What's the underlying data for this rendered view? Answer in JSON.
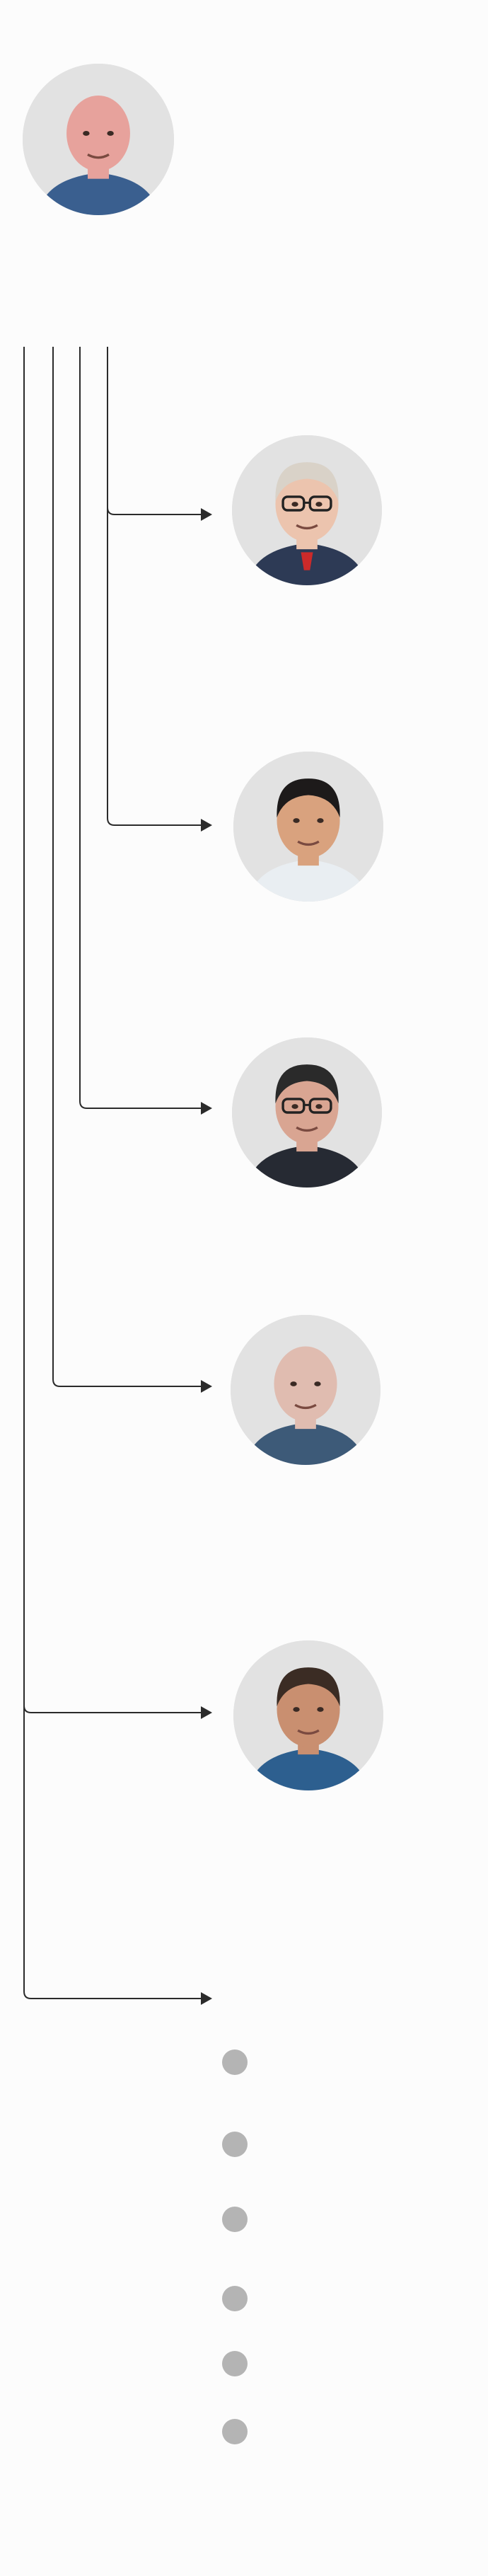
{
  "diagram": {
    "root": {
      "name": "root-person",
      "icon": "person-photo",
      "skin": "#e7a29c",
      "hair": "none",
      "shirt": "#3a5f8f"
    },
    "children": [
      {
        "name": "child-person-1",
        "icon": "person-photo",
        "skin": "#ecc4ae",
        "hair": "#d9d2c8",
        "shirt": "#2d3a55",
        "glasses": true,
        "tie": "#cc2a2a"
      },
      {
        "name": "child-person-2",
        "icon": "person-photo",
        "skin": "#d9a27e",
        "hair": "#1d1a1a",
        "shirt": "#e9eef2"
      },
      {
        "name": "child-person-3",
        "icon": "person-photo",
        "skin": "#d9a592",
        "hair": "#2a2a2a",
        "shirt": "#262a33",
        "glasses": true
      },
      {
        "name": "child-person-4",
        "icon": "person-photo",
        "skin": "#e0bcb0",
        "hair": "none",
        "shirt": "#3d5a78"
      },
      {
        "name": "child-person-5",
        "icon": "person-photo",
        "skin": "#c98f70",
        "hair": "#3b2c24",
        "shirt": "#2d5f8f"
      }
    ],
    "pending_items": 6,
    "colors": {
      "connector": "#2b2b2b",
      "placeholder": "#b4b4b4",
      "avatar_bg": "#e2e2e2"
    }
  }
}
